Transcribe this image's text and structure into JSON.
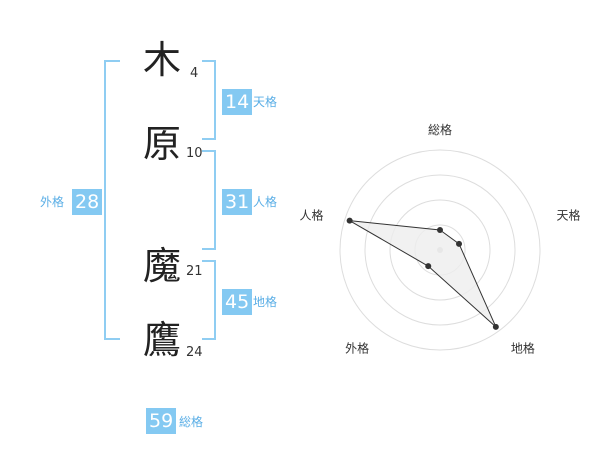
{
  "name": {
    "chars": [
      {
        "char": "木",
        "strokes": "4"
      },
      {
        "char": "原",
        "strokes": "10"
      },
      {
        "char": "魔",
        "strokes": "21"
      },
      {
        "char": "鷹",
        "strokes": "24"
      }
    ]
  },
  "scores": {
    "tenkaku": {
      "value": "14",
      "label": "天格"
    },
    "jinkaku": {
      "value": "31",
      "label": "人格"
    },
    "chikaku": {
      "value": "45",
      "label": "地格"
    },
    "gaikaku": {
      "value": "28",
      "label": "外格"
    },
    "soukaku": {
      "value": "59",
      "label": "総格"
    }
  },
  "chart_data": {
    "type": "radar",
    "axes": [
      "総格",
      "天格",
      "地格",
      "外格",
      "人格"
    ],
    "values": [
      0.2,
      0.2,
      0.95,
      0.2,
      0.95
    ],
    "rlim": [
      0,
      1
    ],
    "rings": 4,
    "fill_color": "#eeeeee",
    "line_color": "#333333"
  },
  "colors": {
    "accent": "#84c9f2",
    "bracket": "#8fcdf2",
    "label": "#5aaee6"
  }
}
